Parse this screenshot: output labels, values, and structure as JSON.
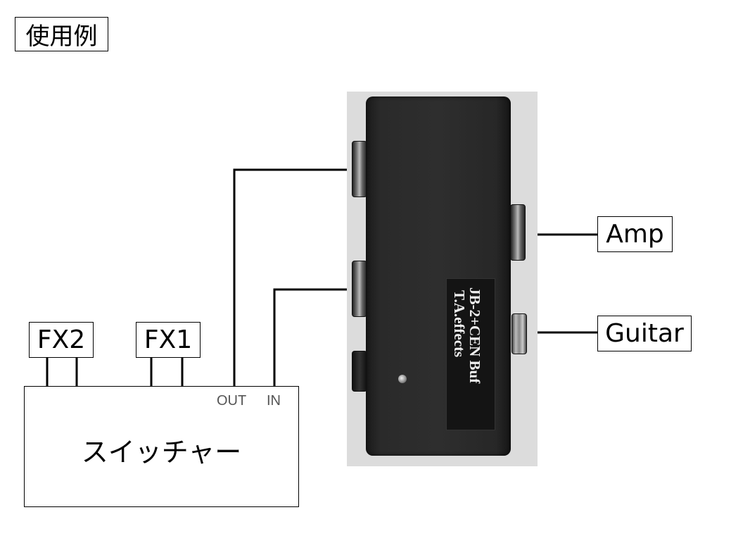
{
  "title": "使用例",
  "switcher": {
    "label": "スイッチャー",
    "out_label": "OUT",
    "in_label": "IN"
  },
  "effects": {
    "fx2": "FX2",
    "fx1": "FX1"
  },
  "outputs": {
    "amp": "Amp",
    "guitar": "Guitar"
  },
  "pedal": {
    "model": "JB-2+CEN Buf",
    "brand": "T.A.effects"
  }
}
